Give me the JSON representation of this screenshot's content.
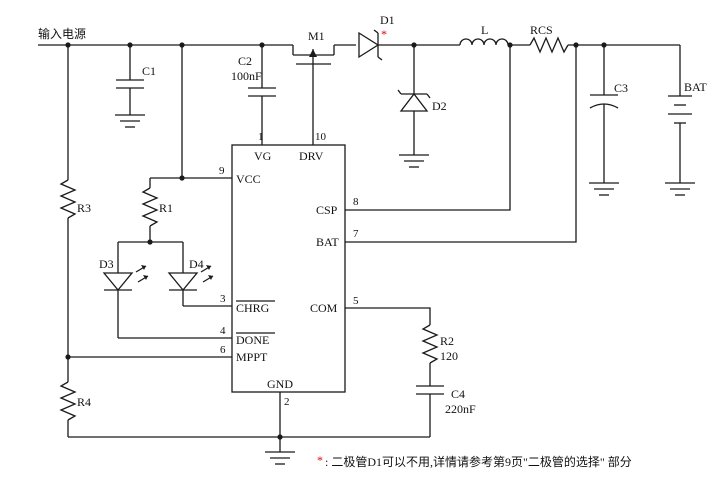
{
  "labels": {
    "input": "输入电源",
    "c1": "C1",
    "c2": "C2",
    "c2_value": "100nF",
    "m1": "M1",
    "d1": "D1",
    "d1_mark": "*",
    "l": "L",
    "rcs": "RCS",
    "c3": "C3",
    "bat": "BAT",
    "d2": "D2",
    "r1": "R1",
    "r2": "R2",
    "r2_value": "120",
    "r3": "R3",
    "r4": "R4",
    "c4": "C4",
    "c4_value": "220nF",
    "d3": "D3",
    "d4": "D4"
  },
  "chip": {
    "pins": {
      "vg": {
        "num": "1",
        "name": "VG"
      },
      "drv": {
        "num": "10",
        "name": "DRV"
      },
      "vcc": {
        "num": "9",
        "name": "VCC"
      },
      "csp": {
        "num": "8",
        "name": "CSP"
      },
      "bat": {
        "num": "7",
        "name": "BAT"
      },
      "chrg": {
        "num": "3",
        "name": "CHRG"
      },
      "com": {
        "num": "5",
        "name": "COM"
      },
      "done": {
        "num": "4",
        "name": "DONE"
      },
      "mppt": {
        "num": "6",
        "name": "MPPT"
      },
      "gnd": {
        "num": "2",
        "name": "GND"
      }
    }
  },
  "footnote": {
    "star": "*",
    "text": ": 二极管D1可以不用,详情请参考第9页\"二极管的选择\" 部分"
  }
}
